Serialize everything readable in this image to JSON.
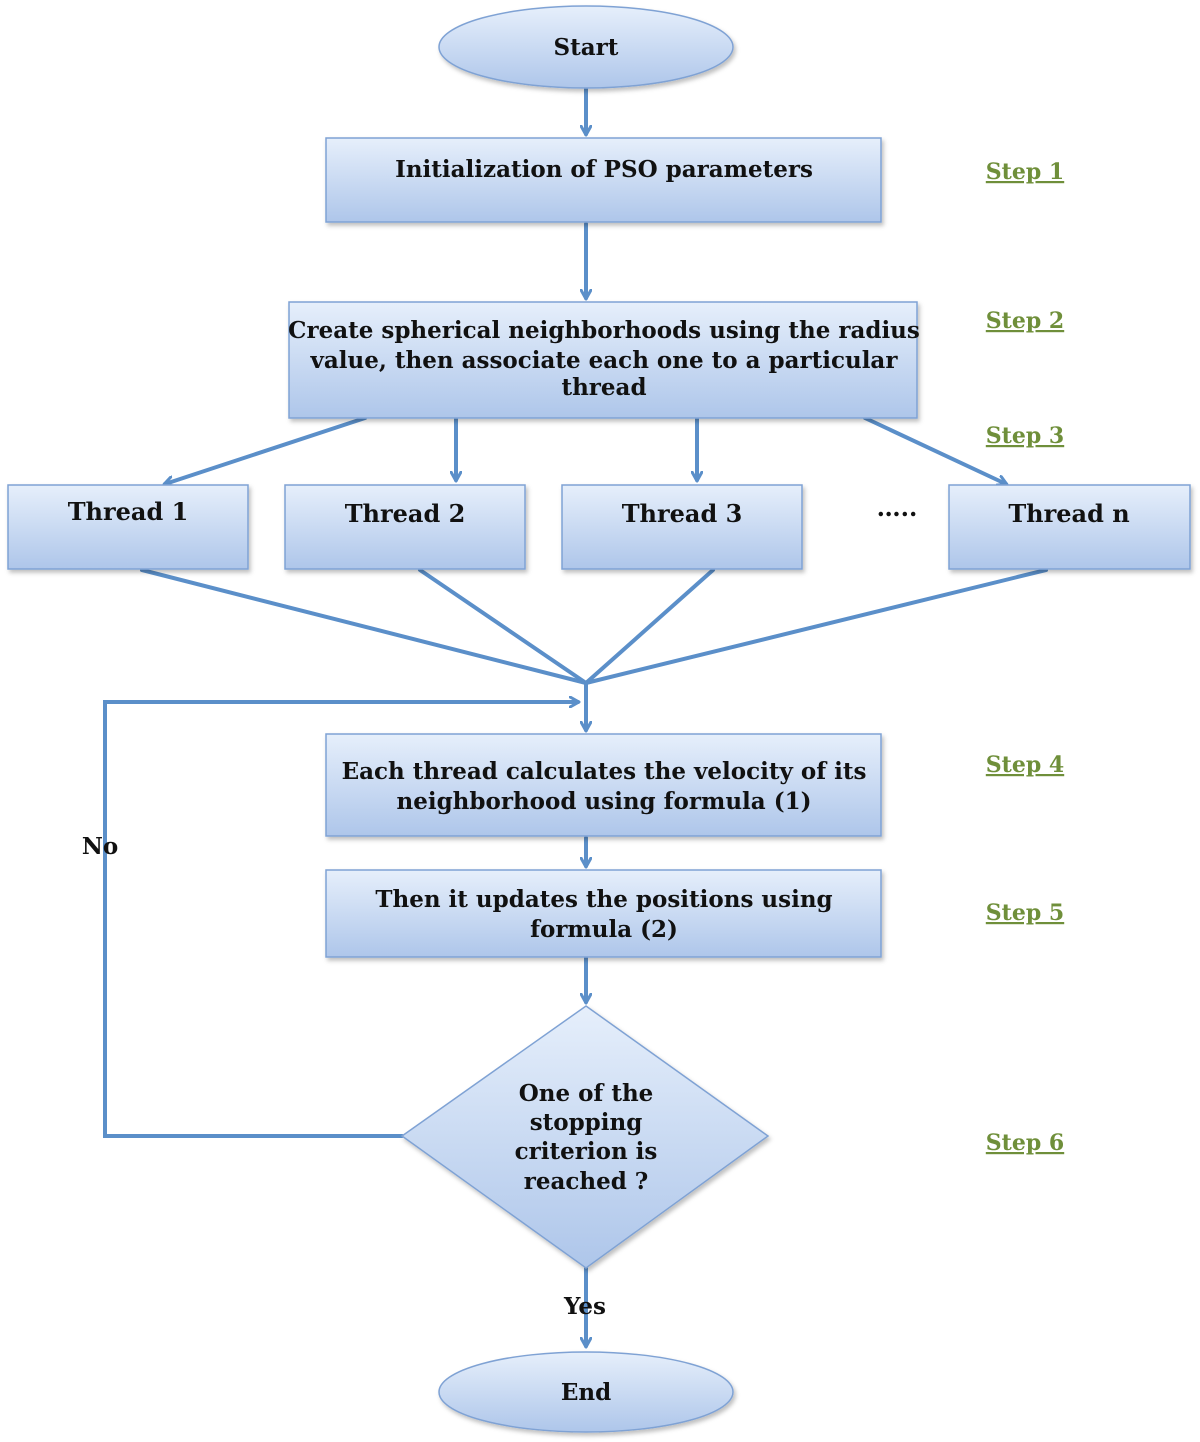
{
  "colors": {
    "box_fill_top": "#e6effb",
    "box_fill_bottom": "#aec6ea",
    "box_stroke": "#7fa2d4",
    "arrow": "#5b8fc9",
    "step_label": "#6f8f3a",
    "text": "#111111"
  },
  "nodes": {
    "start": {
      "shape": "ellipse",
      "lines": [
        "Start"
      ]
    },
    "init": {
      "shape": "rectangle",
      "lines": [
        "Initialization  of PSO parameters"
      ]
    },
    "create": {
      "shape": "rectangle",
      "lines": [
        "Create spherical neighborhoods using the radius",
        "value, then associate each one to a particular",
        "thread"
      ]
    },
    "thread1": {
      "shape": "rectangle",
      "lines": [
        "Thread 1"
      ]
    },
    "thread2": {
      "shape": "rectangle",
      "lines": [
        "Thread 2"
      ]
    },
    "thread3": {
      "shape": "rectangle",
      "lines": [
        "Thread 3"
      ]
    },
    "threadn": {
      "shape": "rectangle",
      "lines": [
        "Thread n"
      ]
    },
    "velocity": {
      "shape": "rectangle",
      "lines": [
        "Each thread calculates the velocity of its",
        "neighborhood using formula (1)"
      ]
    },
    "positions": {
      "shape": "rectangle",
      "lines": [
        "Then it updates the positions using",
        "formula (2)"
      ]
    },
    "decision": {
      "shape": "diamond",
      "lines": [
        "One of the",
        "stopping",
        "criterion is",
        "reached ?"
      ]
    },
    "end": {
      "shape": "ellipse",
      "lines": [
        "End"
      ]
    }
  },
  "ellipsis": "…..",
  "edge_labels": {
    "no": "No",
    "yes": "Yes"
  },
  "steps": [
    "Step 1",
    "Step 2",
    "Step 3",
    "Step 4",
    "Step 5",
    "Step 6"
  ]
}
